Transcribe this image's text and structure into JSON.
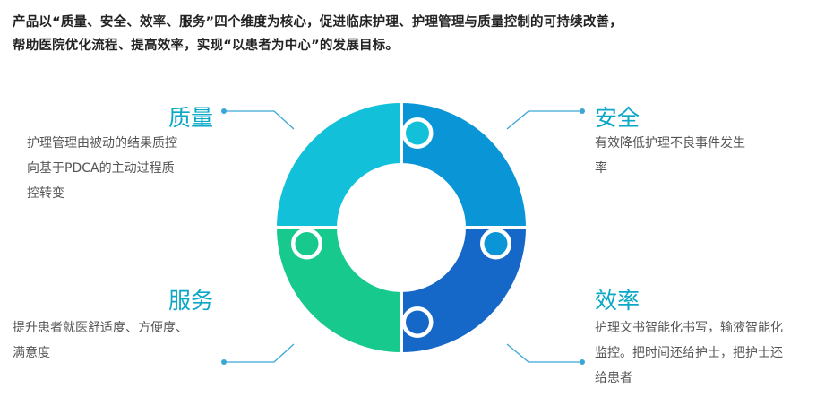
{
  "intro": {
    "line1": "产品以“质量、安全、效率、服务”四个维度为核心，促进临床护理、护理管理与质量控制的可持续改善，",
    "line2": "帮助医院优化流程、提高效率，实现“以患者为中心”的发展目标。"
  },
  "quadrants": {
    "quality": {
      "title": "质量",
      "desc": [
        "护理管理由被动的结果质控",
        "向基于PDCA的主动过程质",
        "控转变"
      ],
      "color": "#12c1d9"
    },
    "safety": {
      "title": "安全",
      "desc": [
        "有效降低护理不良事件发生",
        "率"
      ],
      "color": "#0a96d6"
    },
    "service": {
      "title": "服务",
      "desc": [
        "提升患者就医舒适度、方便度、",
        "满意度"
      ],
      "color": "#17c98d"
    },
    "efficiency": {
      "title": "效率",
      "desc": [
        "护理文书智能化书写，输液智能化",
        "监控。把时间还给护士，把护士还",
        "给患者"
      ],
      "color": "#1567c8"
    }
  }
}
